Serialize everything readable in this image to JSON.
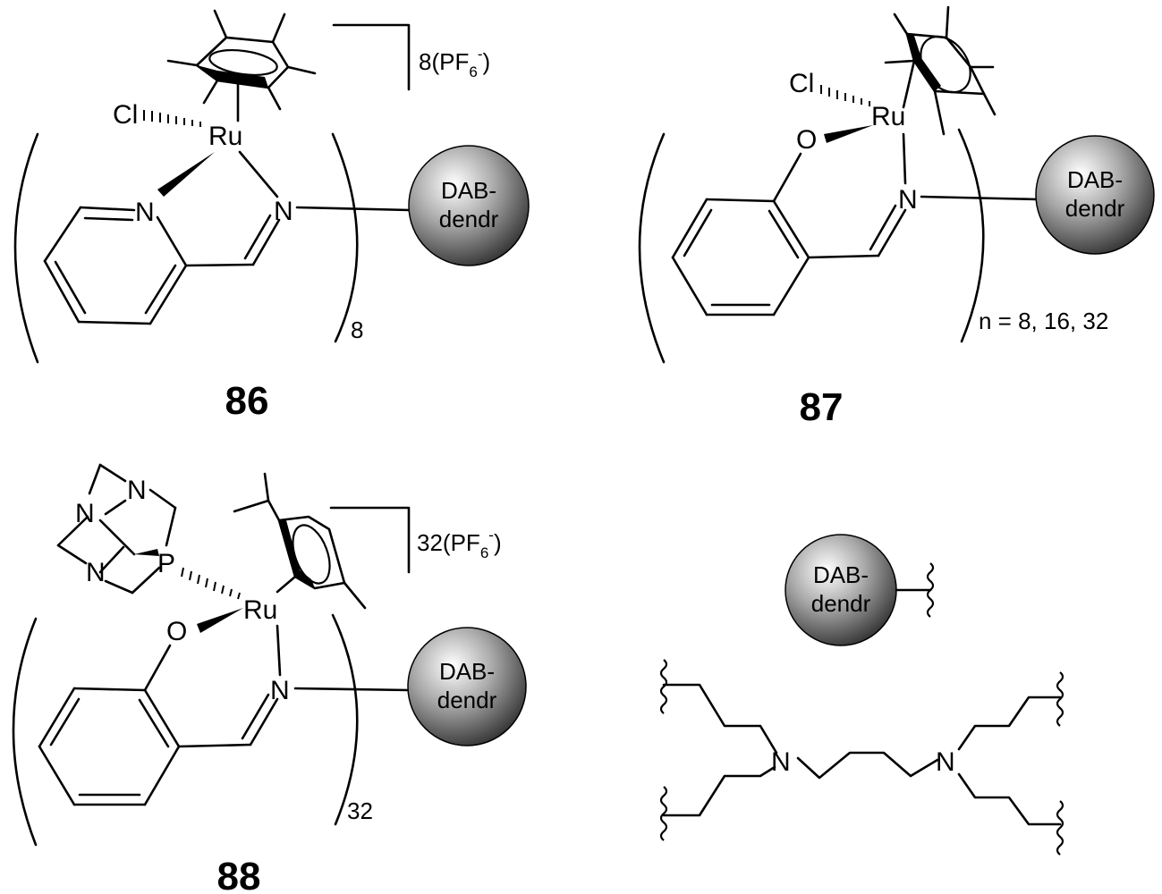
{
  "compounds": {
    "c86": {
      "number": "86",
      "subscript": "8",
      "counterion": {
        "prefix": "8(PF",
        "sub": "6",
        "sup": "-",
        "suffix": ")"
      },
      "atoms": {
        "cl": "Cl",
        "ru": "Ru",
        "n_py": "N",
        "n_im": "N"
      }
    },
    "c87": {
      "number": "87",
      "subscript": "n = 8, 16, 32",
      "atoms": {
        "cl": "Cl",
        "ru": "Ru",
        "o": "O",
        "n_im": "N"
      }
    },
    "c88": {
      "number": "88",
      "subscript": "32",
      "counterion": {
        "prefix": "32(PF",
        "sub": "6",
        "sup": "-",
        "suffix": ")"
      },
      "atoms": {
        "ru": "Ru",
        "o": "O",
        "n_im": "N",
        "p": "P",
        "n1": "N",
        "n2": "N",
        "n3": "N"
      }
    }
  },
  "dendrimer": {
    "line1": "DAB-",
    "line2": "dendr"
  },
  "dab_core": {
    "n_left": "N",
    "n_right": "N"
  },
  "colors": {
    "sphere_light": "#ffffff",
    "sphere_dark": "#2b2b2b",
    "ink": "#000000"
  }
}
